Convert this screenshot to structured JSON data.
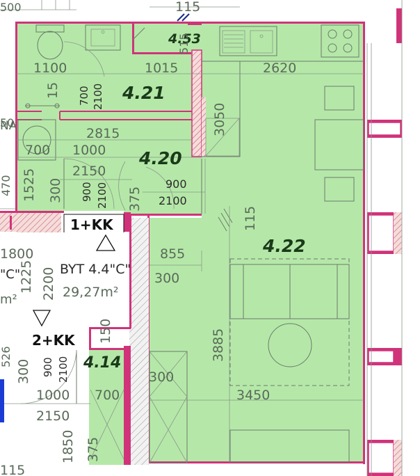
{
  "rooms": {
    "r453": "4.53",
    "r421": "4.21",
    "r420": "4.20",
    "r422": "4.22",
    "r414": "4.14"
  },
  "unit": {
    "type_1": "1+KK",
    "type_2": "2+KK",
    "name": "BYT 4.4\"C\"",
    "area": "29,27m²"
  },
  "dims": {
    "d115_top": "115",
    "d1100": "1100",
    "d1015": "1015",
    "d2620": "2620",
    "d515": "515",
    "d700a": "700",
    "d2100a": "2100",
    "d15": "15",
    "d2815": "2815",
    "d1000a": "1000",
    "d700b": "700",
    "d3050": "3050",
    "d2150a": "2150",
    "d900a": "900",
    "d2100b": "2100",
    "d375a": "375",
    "d900b": "900",
    "d2100c": "2100",
    "d1525": "1525",
    "d300a": "300",
    "d115_mid": "115",
    "d1800": "1800",
    "d855": "855",
    "d300b": "300",
    "d1225": "1225",
    "d2200": "2200",
    "d3885": "3885",
    "d150": "150",
    "d900c": "900",
    "d2100d": "2100",
    "d300c": "300",
    "d300d": "300",
    "d1000b": "1000",
    "d700c": "700",
    "d3450": "3450",
    "d2150b": "2150",
    "d1850": "1850",
    "d375b": "375",
    "d115_bot": "115",
    "d500": "500",
    "d470": "470",
    "d50": "50",
    "d526": "526"
  },
  "partial_labels": {
    "c_quote": "\"C\"",
    "m2": "m²",
    "na": "NA"
  },
  "colors": {
    "floor": "#b5e8a8",
    "wall": "#d0337a",
    "hatch": "#d68a8a",
    "blue_marker": "#1a3bd6"
  }
}
